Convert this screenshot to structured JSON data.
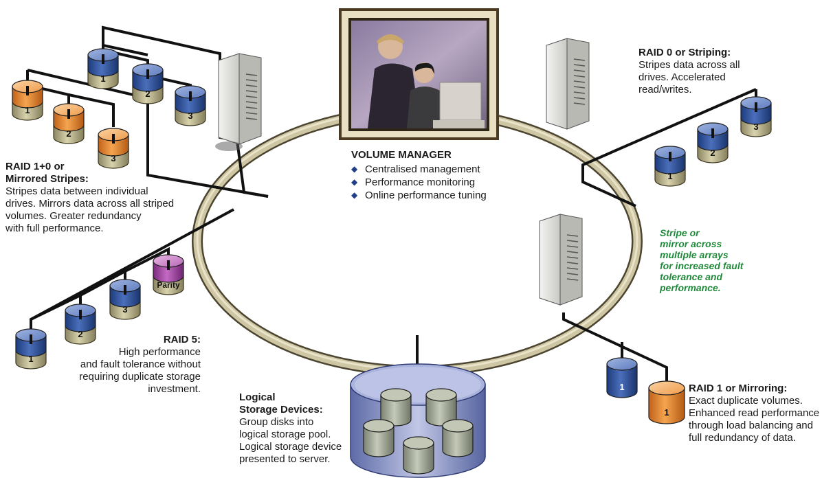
{
  "volume_manager": {
    "title": "VOLUME MANAGER",
    "items": [
      "Centralised management",
      "Performance monitoring",
      "Online performance tuning"
    ]
  },
  "raid0": {
    "title": "RAID 0 or Striping:",
    "lines": [
      "Stripes data across all",
      "drives. Accelerated",
      "read/writes."
    ],
    "disks": [
      "1",
      "2",
      "3"
    ]
  },
  "raid10": {
    "title_lines": [
      "RAID 1+0 or",
      "Mirrored Stripes:"
    ],
    "lines": [
      "Stripes data between individual",
      "drives. Mirrors data across all striped",
      "volumes. Greater redundancy",
      "with full performance."
    ],
    "blue_disks": [
      "1",
      "2",
      "3"
    ],
    "orange_disks": [
      "1",
      "2",
      "3"
    ]
  },
  "raid5": {
    "title": "RAID 5:",
    "lines": [
      "High performance",
      "and fault tolerance without",
      "requiring duplicate storage",
      "investment."
    ],
    "disks": [
      "1",
      "2",
      "3"
    ],
    "parity_label": "Parity"
  },
  "raid1": {
    "title": "RAID 1 or Mirroring:",
    "lines": [
      "Exact duplicate volumes.",
      "Enhanced read performance",
      "through load balancing and",
      "full redundancy of data."
    ],
    "disks": [
      "1",
      "1"
    ]
  },
  "logical": {
    "title_lines": [
      "Logical",
      "Storage Devices:"
    ],
    "lines": [
      "Group disks into",
      "logical storage pool.",
      "Logical storage device",
      "presented to server."
    ]
  },
  "stripe_note": {
    "lines": [
      "Stripe or",
      "mirror across",
      "multiple arrays",
      "for increased fault",
      "tolerance and",
      "performance."
    ],
    "color": "#1f8a3a"
  },
  "colors": {
    "blue": "#2d4f9a",
    "orange": "#e8872e",
    "purple": "#9b3f9c",
    "tan": "#b8b18c",
    "ring": "#cfc6a4",
    "accent_list": "#1f3f86"
  }
}
